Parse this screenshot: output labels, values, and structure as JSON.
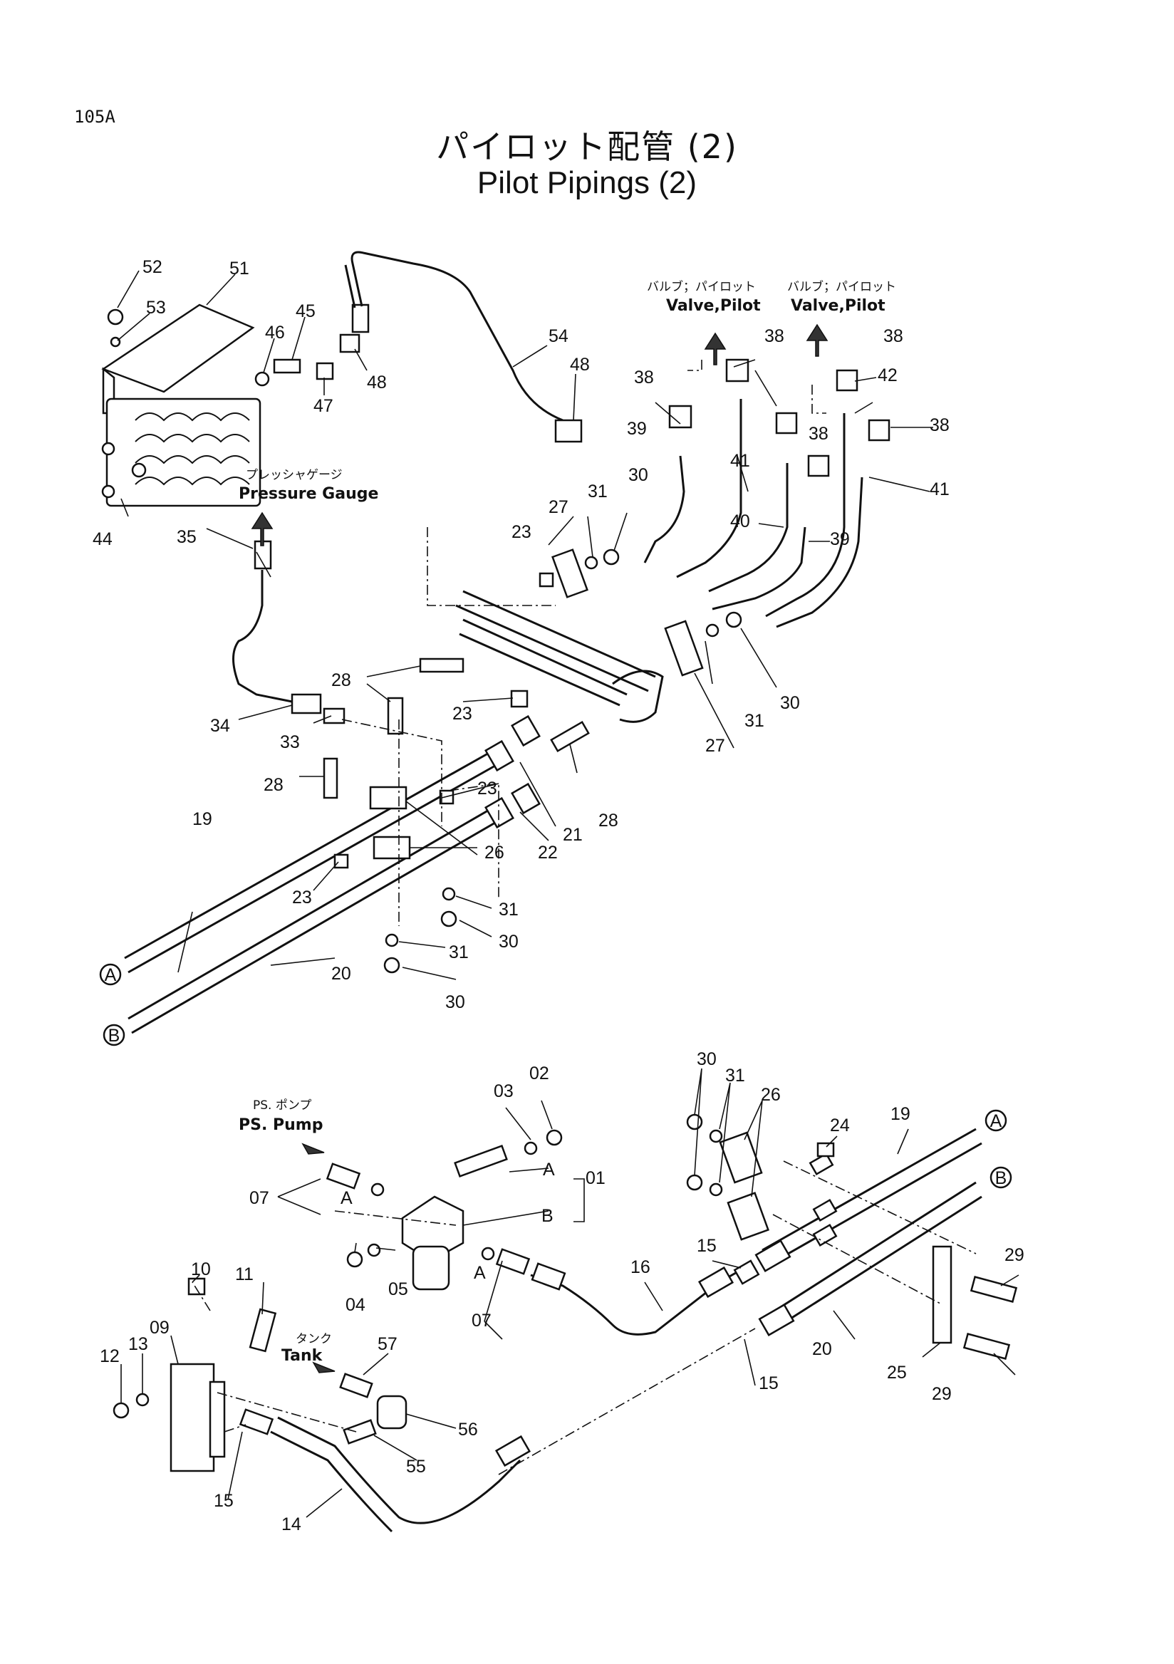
{
  "page_number": "105A",
  "title_jp": "パイロット配管 (2)",
  "title_en": "Pilot Pipings (2)",
  "notes": {
    "valve_pilot_1_jp": "バルブ；パイロット",
    "valve_pilot_1_en": "Valve,Pilot",
    "valve_pilot_2_jp": "バルブ；パイロット",
    "valve_pilot_2_en": "Valve,Pilot",
    "pressure_gauge_jp": "プレッシャゲージ",
    "pressure_gauge_en": "Pressure Gauge",
    "ps_pump_jp": "PS. ポンプ",
    "ps_pump_en": "PS. Pump",
    "tank_jp": "タンク",
    "tank_en": "Tank"
  },
  "markers": {
    "a": "A",
    "b": "B"
  },
  "callouts": {
    "n52": "52",
    "n51": "51",
    "n53": "53",
    "n46": "46",
    "n45": "45",
    "n47": "47",
    "n48a": "48",
    "n48b": "48",
    "n54": "54",
    "n44": "44",
    "n35": "35",
    "n38a": "38",
    "n38b": "38",
    "n38c": "38",
    "n38d": "38",
    "n38e": "38",
    "n42": "42",
    "n39a": "39",
    "n39b": "39",
    "n41a": "41",
    "n41b": "41",
    "n40": "40",
    "n23a": "23",
    "n27a": "27",
    "n31a": "31",
    "n30a": "30",
    "n28a": "28",
    "n23b": "23",
    "n30b": "30",
    "n31b": "31",
    "n27b": "27",
    "n34": "34",
    "n33": "33",
    "n28b": "28",
    "n23c": "23",
    "n28c": "28",
    "n21": "21",
    "n22": "22",
    "n26a": "26",
    "n19a": "19",
    "n23d": "23",
    "n31c": "31",
    "n30c": "30",
    "n31d": "31",
    "n30d": "30",
    "n20a": "20",
    "n30e": "30",
    "n02": "02",
    "n03": "03",
    "n31e": "31",
    "n26b": "26",
    "n24": "24",
    "n19b": "19",
    "n01": "01",
    "nA1": "A",
    "nA2": "A",
    "nA3": "A",
    "nB": "B",
    "n07a": "07",
    "n07b": "07",
    "n04": "04",
    "n05": "05",
    "n15a": "15",
    "n16": "16",
    "n29a": "29",
    "n29b": "29",
    "n10": "10",
    "n11": "11",
    "n09": "09",
    "n12": "12",
    "n13": "13",
    "n57": "57",
    "n20b": "20",
    "n25": "25",
    "n15b": "15",
    "n56": "56",
    "n55": "55",
    "n15c": "15",
    "n14": "14"
  }
}
